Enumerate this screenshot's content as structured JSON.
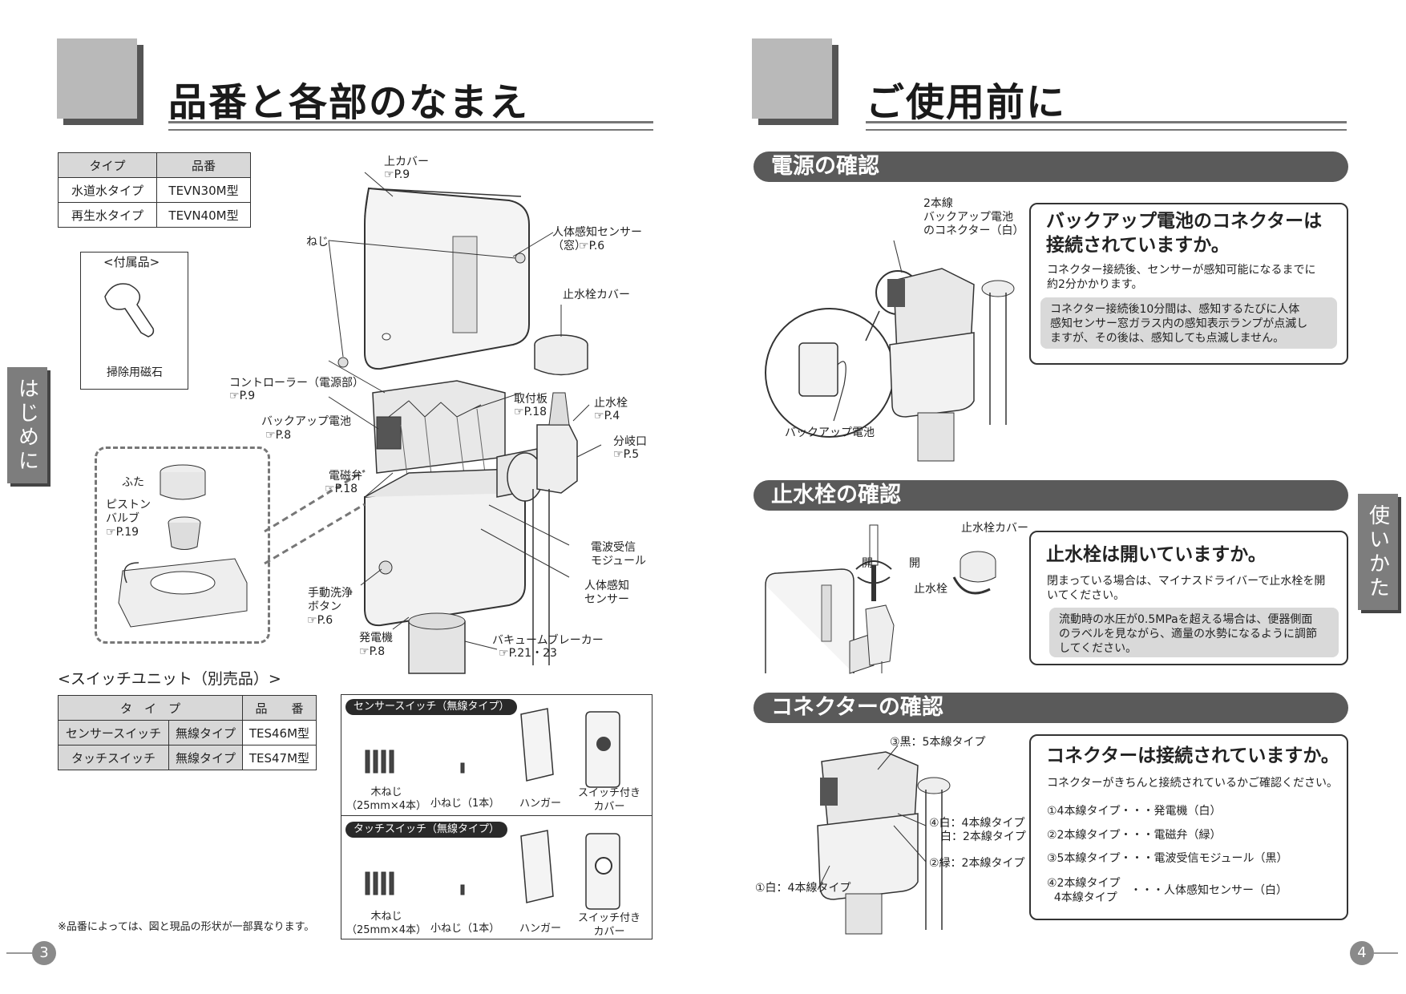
{
  "left": {
    "title": "品番と各部のなまえ",
    "page_num": "3",
    "side_tab": "はじめに",
    "product_table": {
      "headers": [
        "タイプ",
        "品番"
      ],
      "rows": [
        [
          "水道水タイプ",
          "TEVN30M型"
        ],
        [
          "再生水タイプ",
          "TEVN40M型"
        ]
      ]
    },
    "accessory": {
      "title": "<付属品>",
      "caption": "掃除用磁石"
    },
    "labels": {
      "top_cover": "上カバー",
      "top_cover_ref": "P.9",
      "screw": "ねじ",
      "human_sensor_window": "人体感知センサー\n（窓）",
      "human_sensor_window_ref": "P.6",
      "valve_cover": "止水栓カバー",
      "controller": "コントローラー（電源部）",
      "controller_ref": "P.9",
      "backup_battery": "バックアップ電池",
      "backup_battery_ref": "P.8",
      "mount_plate": "取付板",
      "mount_plate_ref": "P.18",
      "stop_valve": "止水栓",
      "stop_valve_ref": "P.4",
      "branch": "分岐口",
      "branch_ref": "P.5",
      "solenoid": "電磁弁",
      "solenoid_ref": "P.18",
      "lid": "ふた",
      "piston_valve": "ピストン\nバルブ",
      "piston_valve_ref": "P.19",
      "radio_module": "電波受信\nモジュール",
      "human_sensor": "人体感知\nセンサー",
      "manual_button": "手動洗浄\nボタン",
      "manual_button_ref": "P.6",
      "generator": "発電機",
      "generator_ref": "P.8",
      "vacuum_breaker": "バキュームブレーカー",
      "vacuum_breaker_ref": "P.21・23"
    },
    "switch_unit": {
      "title": "<スイッチユニット（別売品）>",
      "headers": [
        "タ　イ　プ",
        "品　　番"
      ],
      "rows": [
        [
          "センサースイッチ",
          "無線タイプ",
          "TES46M型"
        ],
        [
          "タッチスイッチ",
          "無線タイプ",
          "TES47M型"
        ]
      ]
    },
    "kits": [
      {
        "title": "センサースイッチ（無線タイプ）",
        "items": [
          "木ねじ\n（25mm×4本）",
          "小ねじ（1本）",
          "ハンガー",
          "スイッチ付き\nカバー"
        ]
      },
      {
        "title": "タッチスイッチ（無線タイプ）",
        "items": [
          "木ねじ\n（25mm×4本）",
          "小ねじ（1本）",
          "ハンガー",
          "スイッチ付き\nカバー"
        ]
      }
    ],
    "footnote": "※品番によっては、図と現品の形状が一部異なります。"
  },
  "right": {
    "title": "ご使用前に",
    "page_num": "4",
    "side_tab": "使いかた",
    "sections": [
      {
        "header": "電源の確認",
        "q_title": "バックアップ電池のコネクターは\n接続されていますか。",
        "text": "コネクター接続後、センサーが感知可能になるまでに\n約2分かかります。",
        "note": "コネクター接続後10分間は、感知するたびに人体\n感知センサー窓ガラス内の感知表示ランプが点滅し\nますが、その後は、感知しても点滅しません。",
        "fig_label_top": "2本線\nバックアップ電池\nのコネクター（白）",
        "fig_label_battery": "バックアップ電池"
      },
      {
        "header": "止水栓の確認",
        "q_title": "止水栓は開いていますか。",
        "text": "閉まっている場合は、マイナスドライバーで止水栓を開\nいてください。",
        "note": "流動時の水圧が0.5MPaを超える場合は、便器側面\nのラベルを見ながら、適量の水勢になるように調節\nしてください。",
        "fig_label_cover": "止水栓カバー",
        "fig_label_open1": "開",
        "fig_label_open2": "開",
        "fig_label_valve": "止水栓"
      },
      {
        "header": "コネクターの確認",
        "q_title": "コネクターは接続されていますか。",
        "text": "コネクターがきちんと接続されているかご確認ください。",
        "list": [
          "①4本線タイプ・・・発電機（白）",
          "②2本線タイプ・・・電磁弁（緑）",
          "③5本線タイプ・・・電波受信モジュール（黒）",
          "④2本線タイプ\n  4本線タイプ",
          "・・・人体感知センサー（白）"
        ],
        "fig_labels": [
          "③黒：5本線タイプ",
          "④白：4本線タイプ\n　白：2本線タイプ",
          "②緑：2本線タイプ",
          "①白：4本線タイプ"
        ]
      }
    ]
  }
}
